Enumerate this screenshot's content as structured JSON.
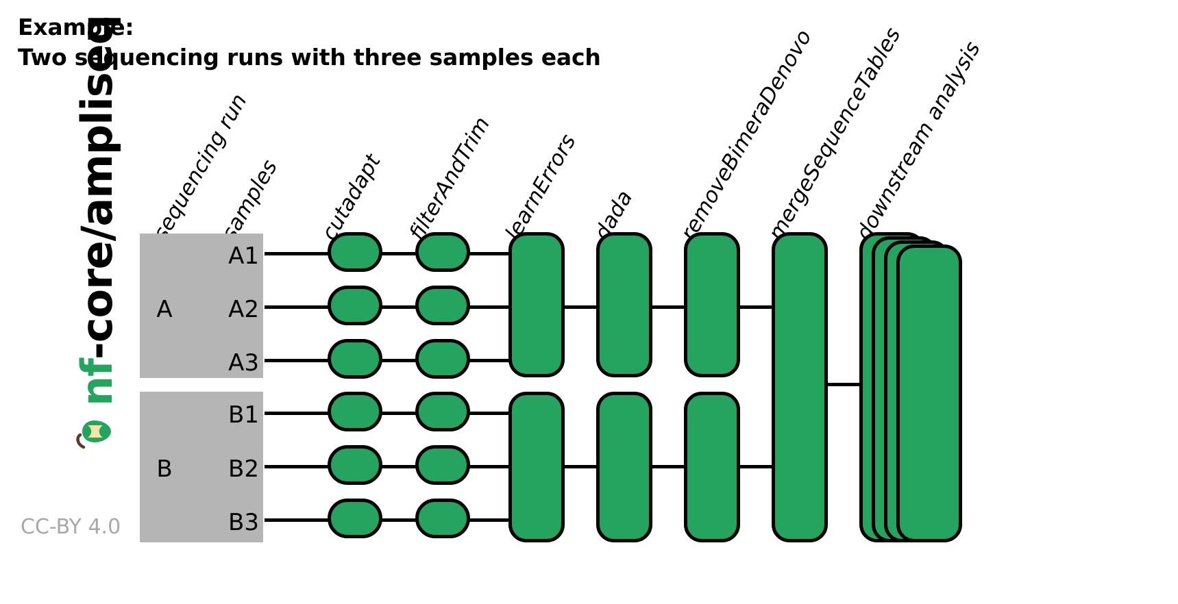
{
  "title": {
    "line1": "Example:",
    "line2": "Two sequencing runs with three samples each"
  },
  "branding": {
    "prefix": "nf",
    "suffix": "-core/ampliseq",
    "logo_icon": "nf-core-apple-logo-icon",
    "license": "CC-BY 4.0",
    "brand_color": "#24a45e"
  },
  "colors": {
    "node_green": "#24a45e",
    "panel_grey": "#b5b5b5",
    "stroke": "#000000",
    "license_grey": "#a8a8a8"
  },
  "columns": [
    {
      "id": "sequencing-run",
      "label": "sequencing run"
    },
    {
      "id": "samples",
      "label": "samples"
    },
    {
      "id": "cutadapt",
      "label": "cutadapt"
    },
    {
      "id": "filterandtrim",
      "label": "filterAndTrim"
    },
    {
      "id": "learnerrors",
      "label": "learnErrors"
    },
    {
      "id": "dada",
      "label": "dada"
    },
    {
      "id": "removebimeradenovo",
      "label": "removeBimeraDenovo"
    },
    {
      "id": "mergesequencetables",
      "label": "mergeSequenceTables"
    },
    {
      "id": "downstream-analysis",
      "label": "downstream analysis"
    }
  ],
  "runs": [
    {
      "id": "A",
      "label": "A",
      "samples": [
        {
          "id": "A1",
          "label": "A1"
        },
        {
          "id": "A2",
          "label": "A2"
        },
        {
          "id": "A3",
          "label": "A3"
        }
      ]
    },
    {
      "id": "B",
      "label": "B",
      "samples": [
        {
          "id": "B1",
          "label": "B1"
        },
        {
          "id": "B2",
          "label": "B2"
        },
        {
          "id": "B3",
          "label": "B3"
        }
      ]
    }
  ],
  "chart_data": {
    "type": "diagram",
    "title": "Two sequencing runs with three samples each",
    "nodes": {
      "per_sample_steps": [
        "cutadapt",
        "filterAndTrim"
      ],
      "per_run_steps": [
        "learnErrors",
        "dada",
        "removeBimeraDenovo"
      ],
      "global_steps": [
        "mergeSequenceTables",
        "downstream analysis"
      ]
    },
    "downstream_stack_count": 4,
    "samples_per_run": 3,
    "run_count": 2
  }
}
